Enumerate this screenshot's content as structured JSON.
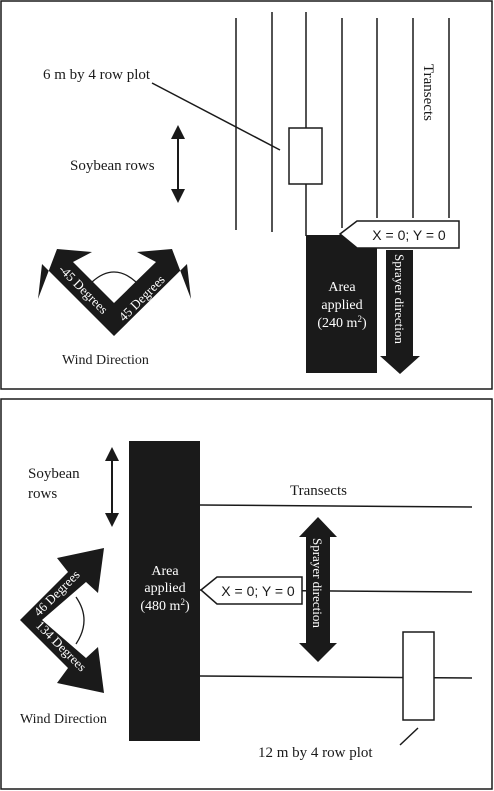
{
  "panel_top": {
    "plot_label": "6 m by 4 row plot",
    "rows_label": "Soybean rows",
    "transects_label": "Transects",
    "origin_label": "X = 0; Y = 0",
    "area_line1": "Area",
    "area_line2": "applied",
    "area_line3": "(240 m",
    "area_sup": "2",
    "area_close": ")",
    "sprayer_label": "Sprayer direction",
    "wind_left_label": "-45 Degrees",
    "wind_right_label": "45 Degrees",
    "wind_caption": "Wind Direction"
  },
  "panel_bottom": {
    "rows_line1": "Soybean",
    "rows_line2": "rows",
    "transects_label": "Transects",
    "area_line1": "Area",
    "area_line2": "applied",
    "area_line3": "(480 m",
    "area_sup": "2",
    "area_close": ")",
    "origin_label": "X = 0; Y = 0",
    "sprayer_label": "Sprayer direction",
    "wind_upper_label": "46 Degrees",
    "wind_lower_label": "134 Degrees",
    "wind_caption": "Wind Direction",
    "plot_label": "12 m by 4 row plot"
  },
  "colors": {
    "ink": "#1a1a1a",
    "paper": "#ffffff"
  }
}
